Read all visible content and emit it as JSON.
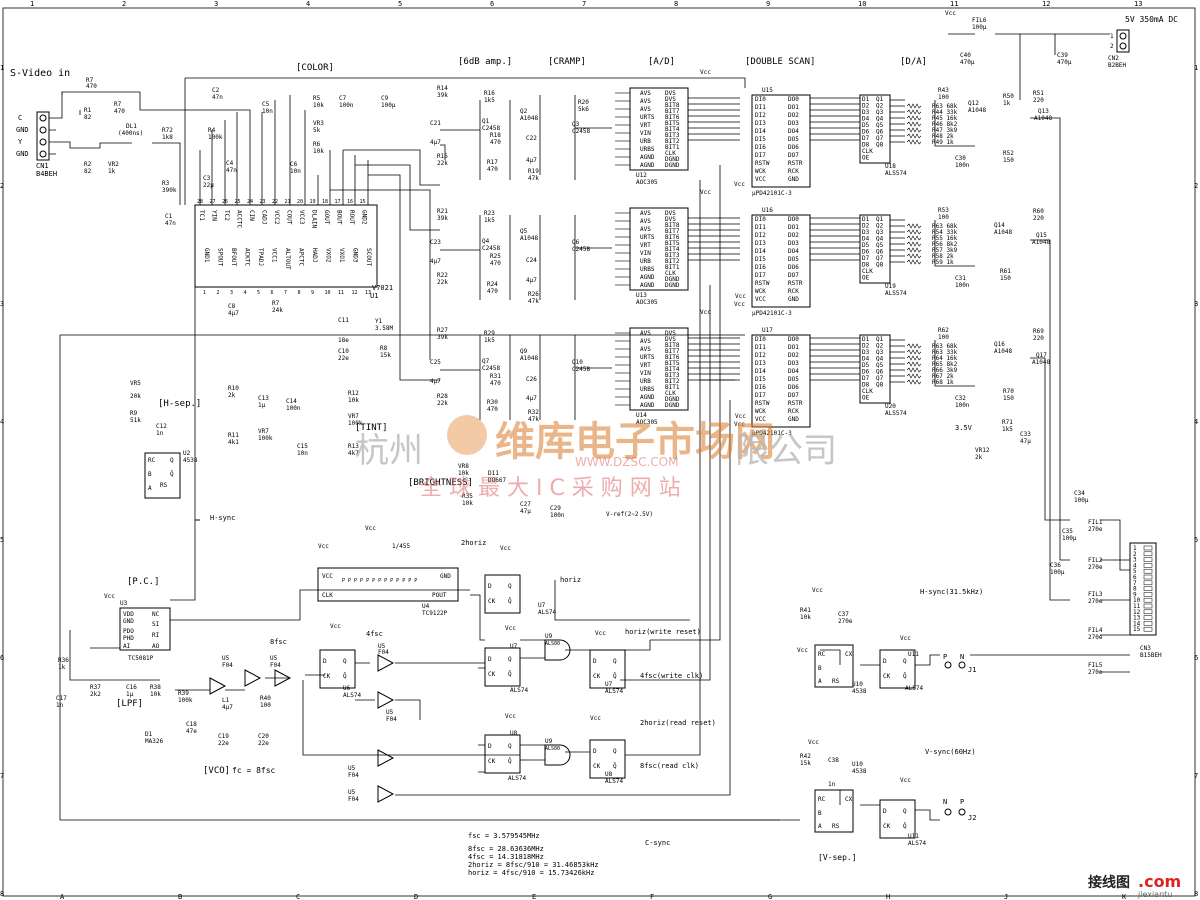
{
  "grid": {
    "cols_top": [
      "1",
      "2",
      "3",
      "4",
      "5",
      "6",
      "7",
      "8",
      "9",
      "10",
      "11",
      "12",
      "13"
    ],
    "cols": [
      "A",
      "B",
      "C",
      "D",
      "E",
      "F",
      "G",
      "H",
      "J",
      "K"
    ],
    "rows": [
      "1",
      "2",
      "3",
      "4",
      "5",
      "6",
      "7",
      "8"
    ]
  },
  "titles": {
    "svideo": "S-Video in",
    "color": "[COLOR]",
    "amp6db": "[6dB amp.]",
    "cramp": "[CRAMP]",
    "ad": "[A/D]",
    "dscan": "[DOUBLE SCAN]",
    "da": "[D/A]",
    "power": "5V 350mA DC",
    "hsep": "[H-sep.]",
    "tint": "[TINT]",
    "brightness": "[BRIGHTNESS]",
    "pc": "[P.C.]",
    "lpf": "[LPF]",
    "vco": "[VCO]",
    "fc": "fc = 8fsc",
    "vsep": "[V-sep.]"
  },
  "connectors": {
    "cn1": "CN1",
    "cn1_type": "B4BEH",
    "cn1_pins": [
      "C",
      "GND",
      "Y",
      "GND"
    ],
    "cn2": "CN2",
    "cn2_type": "B2BEH",
    "cn3": "CN3",
    "cn3_type": "B15BEH",
    "cn3_pins": [
      "1",
      "2",
      "3",
      "4",
      "5",
      "6",
      "7",
      "8",
      "9",
      "10",
      "11",
      "12",
      "13",
      "14",
      "15"
    ],
    "j1": "J1",
    "j2": "J2"
  },
  "ics": {
    "u1": "U1",
    "u1_part": "V7021",
    "u1_pins_top": [
      "TC1",
      "YIN",
      "TC2",
      "ACCTC",
      "CIN",
      "CADJ",
      "VCC2",
      "COUT",
      "VCC3",
      "DLAIN",
      "GOUT",
      "BOUT",
      "ROUT",
      "GND2"
    ],
    "u1_pins_top_num": [
      "28",
      "27",
      "26",
      "25",
      "24",
      "23",
      "22",
      "21",
      "20",
      "19",
      "18",
      "17",
      "16",
      "15"
    ],
    "u1_pins_bot": [
      "GND1",
      "SPOUT",
      "BFOUT",
      "ACKTC",
      "TPADJ",
      "VCC1",
      "ALTOUT",
      "APCTC",
      "HADJ",
      "VXO2",
      "VXO1",
      "GND3",
      "SCOUT"
    ],
    "u1_pins_bot_num": [
      "1",
      "2",
      "3",
      "4",
      "5",
      "6",
      "7",
      "8",
      "9",
      "10",
      "11",
      "12",
      "13"
    ],
    "u2": "U2",
    "u2_part": "4538",
    "u3": "U3",
    "u3_part": "TC5081P",
    "u3_pins": [
      "VDD",
      "GND",
      "PDO",
      "PHD",
      "AI",
      "NC",
      "SI",
      "RI",
      "AO"
    ],
    "u4": "U4",
    "u4_part": "TC9122P",
    "u4_sub": "1/455",
    "u4_pins": [
      "VCC",
      "CLK",
      "POUT",
      "GND"
    ],
    "u12": "U12",
    "u12_part": "AOC305",
    "u13": "U13",
    "u13_part": "AOC305",
    "u14": "U14",
    "u14_part": "AOC305",
    "adc_left": [
      "AVS",
      "AVS",
      "AVS",
      "URTS",
      "VRT",
      "VIN",
      "URB",
      "URBS",
      "AGND",
      "AGND"
    ],
    "adc_right": [
      "DVS",
      "DVS",
      "BIT8",
      "BIT7",
      "BIT6",
      "BIT5",
      "BIT4",
      "BIT3",
      "BIT2",
      "BIT1",
      "CLK",
      "DGND",
      "DGND"
    ],
    "u15": "U15",
    "u16": "U16",
    "u17": "U17",
    "fifo_part": "µPD42101C-3",
    "fifo_left": [
      "DI0",
      "DI1",
      "DI2",
      "DI3",
      "DI4",
      "DI5",
      "DI6",
      "DI7",
      "RSTW",
      "WCK",
      "VCC"
    ],
    "fifo_right": [
      "DO0",
      "DO1",
      "DO2",
      "DO3",
      "DO4",
      "DO5",
      "DO6",
      "DO7",
      "RSTR",
      "RCK",
      "GND"
    ],
    "u18": "U18",
    "u19": "U19",
    "u20": "U20",
    "latch_part": "ALS574",
    "latch_left": [
      "D1",
      "D2",
      "D3",
      "D4",
      "D5",
      "D6",
      "D7",
      "D8",
      "CLK",
      "OE"
    ],
    "latch_right": [
      "Q1",
      "Q2",
      "Q3",
      "Q4",
      "Q5",
      "Q6",
      "Q7",
      "Q8"
    ],
    "u5": "U5",
    "u5_part": "F04",
    "u6": "U6",
    "u6_part": "ALS74",
    "u7": "U7",
    "u7_part": "ALS74",
    "u8": "U8",
    "u8_part": "ALS74",
    "u9": "U9",
    "u9_part": "ALS00",
    "u10": "U10",
    "u10_part": "4538",
    "u11": "U11",
    "u11_part": "ALS74"
  },
  "parts": {
    "r7": "R7",
    "r7v": "470",
    "r1": "R1",
    "r1v": "82",
    "r2": "R2",
    "r2v": "82",
    "vr2": "VR2",
    "vr2v": "1k",
    "dl1": "DL1",
    "dl1v": "(400ns)",
    "r72": "R72",
    "r72v": "1k8",
    "r3": "R3",
    "r3v": "390k",
    "r4": "R4",
    "r4v": "100k",
    "c1": "C1",
    "c1v": "47n",
    "c2": "C2",
    "c2v": "47n",
    "c3": "C3",
    "c3v": "22µ",
    "c4": "C4",
    "c4v": "47n",
    "c5": "C5",
    "c5v": "10n",
    "c6": "C6",
    "c6v": "10n",
    "c7": "C7",
    "c7v": "100n",
    "c9": "C9",
    "c9v": "100µ",
    "r5": "R5",
    "r5v": "10k",
    "vr3": "VR3",
    "vr3v": "5k",
    "r6": "R6",
    "r6v": "10k",
    "c8": "C8",
    "c8v": "4µ7",
    "r7b": "R7",
    "r7bv": "24k",
    "c10": "C10",
    "c10v": "22e",
    "c11": "C11",
    "c11v": "18e",
    "y1": "Y1",
    "y1v": "3.58M",
    "r8": "R8",
    "r8v": "15k",
    "r10": "R10",
    "r10v": "2k",
    "r11": "R11",
    "r11v": "4k1",
    "c13": "C13",
    "c13v": "1µ",
    "c14": "C14",
    "c14v": "100n",
    "vr7": "VR7",
    "vr7v": "100k",
    "c15": "C15",
    "c15v": "10n",
    "r12": "R12",
    "r12v": "10k",
    "r13": "R13",
    "r13v": "4k7",
    "vr5": "VR5",
    "vr5v": "20k",
    "r9": "R9",
    "r9v": "51k",
    "c12": "C12",
    "c12v": "1n",
    "vr8": "VR8",
    "vr8v": "10k",
    "d11": "D11",
    "d11v": "DO667",
    "r35": "R35",
    "r35v": "10k",
    "c27": "C27",
    "c27v": "47µ",
    "c29": "C29",
    "c29v": "100n",
    "vref": "V-ref(2~2.5V)",
    "r14": "R14",
    "r14v": "39k",
    "r15": "R15",
    "r15v": "22k",
    "c21": "C21",
    "c21v": "4µ7",
    "r16": "R16",
    "r16v": "1k5",
    "q1": "Q1",
    "q1v": "C2458",
    "q2": "Q2",
    "q2v": "A1048",
    "r18": "R18",
    "r18v": "470",
    "r17": "R17",
    "r17v": "470",
    "c22": "C22",
    "c22v": "4µ7",
    "r19": "R19",
    "r19v": "47k",
    "r20": "R20",
    "r20v": "5k6",
    "q3": "Q3",
    "q3v": "C2458",
    "r21": "R21",
    "r21v": "39k",
    "r22": "R22",
    "r22v": "22k",
    "c23": "C23",
    "c23v": "4µ7",
    "r23": "R23",
    "r23v": "1k5",
    "q4": "Q4",
    "q4v": "C2458",
    "q5": "Q5",
    "q5v": "A1048",
    "r25": "R25",
    "r25v": "470",
    "r24": "R24",
    "r24v": "470",
    "c24": "C24",
    "c24v": "4µ7",
    "r26": "R26",
    "r26v": "47k",
    "q6": "Q6",
    "q6v": "C2458",
    "r27": "R27",
    "r27v": "39k",
    "r28": "R28",
    "r28v": "22k",
    "c25": "C25",
    "c25v": "4µ7",
    "r29": "R29",
    "r29v": "1k5",
    "q7": "Q7",
    "q7v": "C2458",
    "q9": "Q9",
    "q9v": "A1048",
    "r31": "R31",
    "r31v": "470",
    "r30": "R30",
    "r30v": "470",
    "c26": "C26",
    "c26v": "4µ7",
    "r32": "R32",
    "r32v": "47k",
    "q10": "Q10",
    "q10v": "C2458",
    "r43": "R43",
    "r43v": "100",
    "r53": "R53",
    "r53v": "100",
    "r62": "R62",
    "r62v": "100",
    "rn1": [
      "R63 68k",
      "R44 33k",
      "R45 16k",
      "R46 8k2",
      "R47 3k9",
      "R48 2k",
      "R49 1k"
    ],
    "rn2": [
      "R63 68k",
      "R54 33k",
      "R55 16k",
      "R56 8k2",
      "R57 3k9",
      "R58 2k",
      "R59 1k"
    ],
    "rn3": [
      "R63 68k",
      "R63 33k",
      "R64 16k",
      "R65 8k2",
      "R66 3k9",
      "R67 2k",
      "R68 1k"
    ],
    "q13": "Q13",
    "q13v": "A1048",
    "q14": "Q14",
    "q14v": "A1048",
    "q15": "Q15",
    "q15v": "A1048",
    "q16": "Q16",
    "q16v": "A1048",
    "q17": "Q17",
    "q17v": "A1048",
    "q12": "Q12",
    "q12v": "A1048",
    "r50": "R50",
    "r50v": "1k",
    "r51": "R51",
    "r51v": "220",
    "r52": "R52",
    "r52v": "150",
    "r60": "R60",
    "r60v": "220",
    "r61": "R61",
    "r61v": "150",
    "r69": "R69",
    "r69v": "220",
    "r70": "R70",
    "r70v": "150",
    "c30": "C30",
    "c30v": "100n",
    "c31": "C31",
    "c31v": "100n",
    "c32": "C32",
    "c32v": "100n",
    "fil6": "FIL6",
    "fil6v": "100µ",
    "c40": "C40",
    "c40v": "470µ",
    "c39": "C39",
    "c39v": "470µ",
    "r71": "R71",
    "r71v": "1k5",
    "c33": "C33",
    "c33v": "47µ",
    "v35": "3.5V",
    "vr12": "VR12",
    "vr12v": "2k",
    "c34": "C34",
    "c34v": "100µ",
    "c35": "C35",
    "c35v": "100µ",
    "c36": "C36",
    "c36v": "100µ",
    "fil1": "FIL1",
    "fil1v": "270e",
    "fil2": "FIL2",
    "fil2v": "270e",
    "fil3": "FIL3",
    "fil3v": "270e",
    "fil4": "FIL4",
    "fil4v": "270e",
    "fil5": "FIL5",
    "fil5v": "270e",
    "r36": "R36",
    "r36v": "1k",
    "c17": "C17",
    "c17v": "1n",
    "r37": "R37",
    "r37v": "2k2",
    "c16": "C16",
    "c16v": "1µ",
    "r38": "R38",
    "r38v": "10k",
    "r39": "R39",
    "r39v": "100k",
    "c18": "C18",
    "c18v": "47e",
    "d1": "D1",
    "d1v": "MA326",
    "l1": "L1",
    "l1v": "4µ7",
    "c19": "C19",
    "c19v": "22e",
    "c20": "C20",
    "c20v": "22e",
    "r40": "R40",
    "r40v": "100",
    "r41": "R41",
    "r41v": "10k",
    "c37": "C37",
    "c37v": "270e",
    "r42": "R42",
    "r42v": "15k",
    "c38": "C38",
    "c38v": "1n"
  },
  "nets": {
    "vcc": "Vcc",
    "hsync": "H-sync",
    "hsync31": "H-sync(31.5kHz)",
    "vsync60": "V-sync(60Hz)",
    "csync": "C-sync",
    "fsc4": "4fsc",
    "fsc8": "8fsc",
    "horiz2": "2horiz",
    "horiz": "horiz",
    "write_reset": "horiz(write reset)",
    "write_clk": "4fsc(write clk)",
    "read_reset": "2horiz(read reset)",
    "read_clk": "8fsc(read clk)",
    "p": "P",
    "n": "N"
  },
  "formulas": [
    "fsc = 3.579545MHz",
    "8fsc = 28.63636MHz",
    "4fsc = 14.31818MHz",
    "2horiz = 8fsc/910 = 31.46853kHz",
    "horiz = 4fsc/910 = 15.73426kHz"
  ],
  "watermark": {
    "cn": "维库电子市场网",
    "left": "杭州",
    "right": "限公司",
    "url": "WWW.DZSC.COM",
    "slogan": "全 球 最 大 I C 采 购 网 站",
    "corner": "接线图",
    "corner_com": ".com",
    "corner_url": "jiexiantu"
  }
}
